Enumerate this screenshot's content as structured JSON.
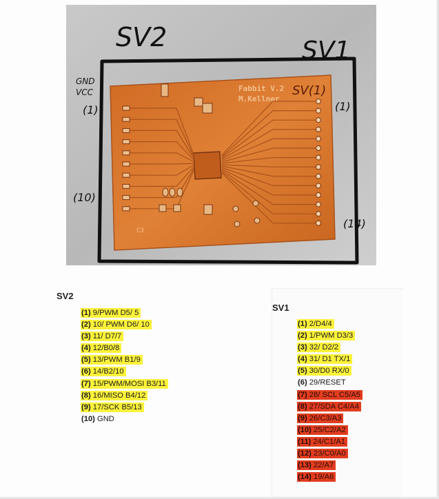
{
  "photo": {
    "labels": {
      "sv2": "SV2",
      "sv1": "SV1",
      "gnd": "GND",
      "vcc": "VCC",
      "left_1": "(1)",
      "left_10": "(10)",
      "right_1": "(1)",
      "right_14": "(14)",
      "board_title": "Fabbit V.2",
      "board_author": "M.Kellner",
      "board_sv1": "SV(1)",
      "board_c": "C3"
    }
  },
  "sv2": {
    "title": "SV2",
    "pins": [
      {
        "num": "(1)",
        "label": "9/PWM D5/ 5",
        "color": "yellow"
      },
      {
        "num": "(2)",
        "label": "10/ PWM D6/ 10",
        "color": "yellow"
      },
      {
        "num": "(3)",
        "label": "11/ D7/7",
        "color": "yellow"
      },
      {
        "num": "(4)",
        "label": "12/B0/8",
        "color": "yellow"
      },
      {
        "num": "(5)",
        "label": "13/PWM B1/9",
        "color": "yellow"
      },
      {
        "num": "(6)",
        "label": "14/B2/10",
        "color": "yellow"
      },
      {
        "num": "(7)",
        "label": "15/PWM/MOSI B3/11",
        "color": "yellow"
      },
      {
        "num": "(8)",
        "label": "16/MISO B4/12",
        "color": "yellow"
      },
      {
        "num": "(9)",
        "label": "17/SCK B5/13",
        "color": "yellow"
      },
      {
        "num": "(10)",
        "label": "GND",
        "color": "none"
      }
    ]
  },
  "sv1": {
    "title": "SV1",
    "pins": [
      {
        "num": "(1)",
        "label": "2/D4/4",
        "color": "yellow"
      },
      {
        "num": "(2)",
        "label": "1/PWM D3/3",
        "color": "yellow"
      },
      {
        "num": "(3)",
        "label": "32/ D2/2",
        "color": "yellow"
      },
      {
        "num": "(4)",
        "label": "31/ D1 TX/1",
        "color": "yellow"
      },
      {
        "num": "(5)",
        "label": "30/D0 RX/0",
        "color": "yellow"
      },
      {
        "num": "(6)",
        "label": "29/RESET",
        "color": "none"
      },
      {
        "num": "(7)",
        "label": "28/ SCL C5/A5",
        "color": "red"
      },
      {
        "num": "(8)",
        "label": "27/SDA C4/A4",
        "color": "red"
      },
      {
        "num": "(9)",
        "label": "26/C3/A3",
        "color": "red"
      },
      {
        "num": "(10)",
        "label": "25/C2/A2",
        "color": "red"
      },
      {
        "num": "(11)",
        "label": "24/C1/A1",
        "color": "red"
      },
      {
        "num": "(12)",
        "label": "23/C0/A0",
        "color": "red"
      },
      {
        "num": "(13)",
        "label": "22/A7",
        "color": "red"
      },
      {
        "num": "(14)",
        "label": "19/A6",
        "color": "red"
      }
    ]
  },
  "colors": {
    "yellow": "#fbf23a",
    "red": "#e23c1f",
    "pcb": "#d9782f",
    "trace": "#b25a22"
  }
}
